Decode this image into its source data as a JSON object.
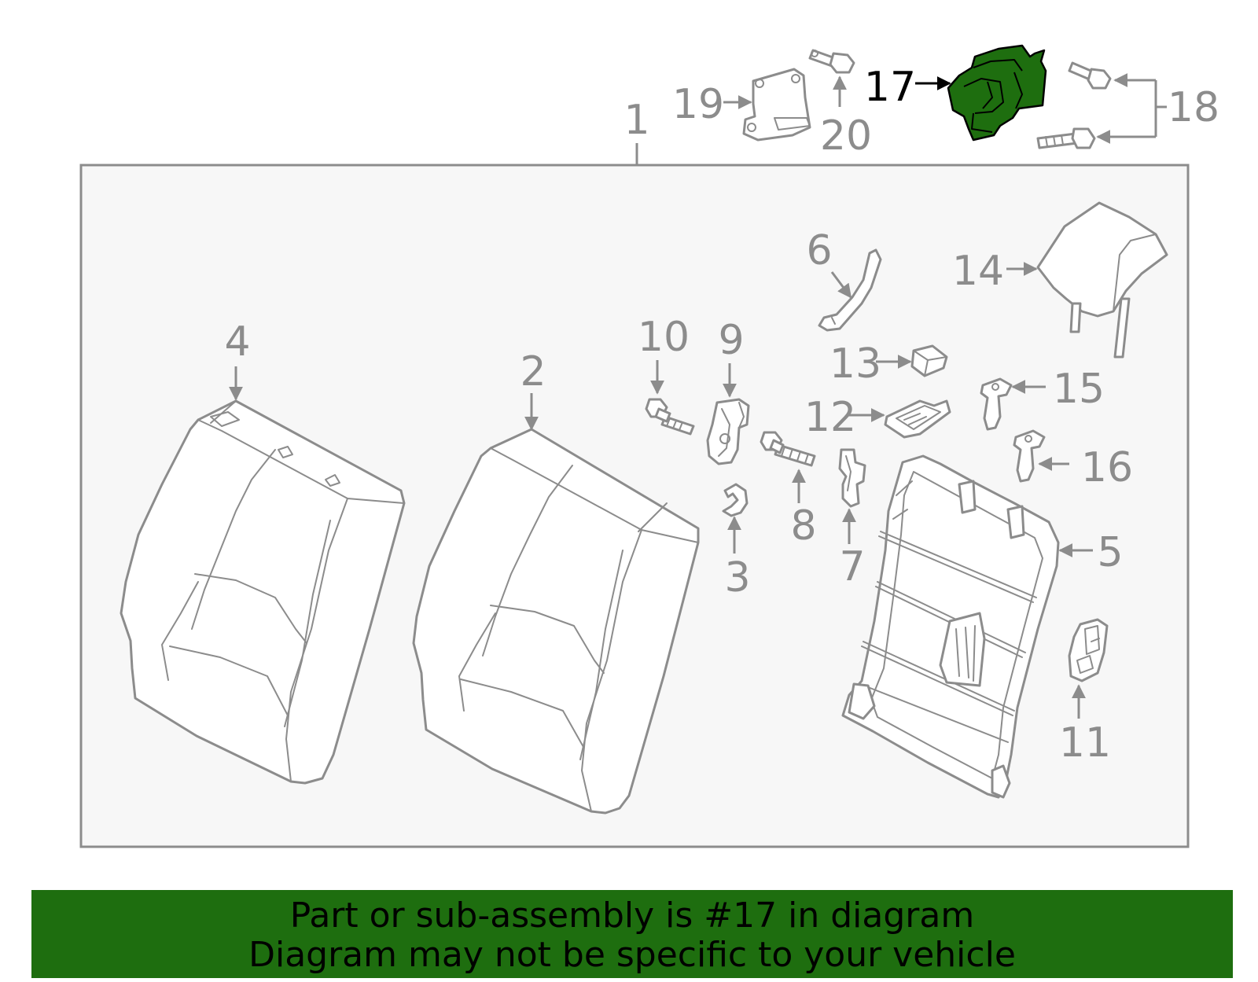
{
  "colors": {
    "highlight": "#1e6e0f",
    "outline": "#8c8c8c",
    "panel": "#f7f7f7",
    "banner": "#1e6e0f"
  },
  "highlighted_part": "17",
  "callouts": {
    "p1": "1",
    "p2": "2",
    "p3": "3",
    "p4": "4",
    "p5": "5",
    "p6": "6",
    "p7": "7",
    "p8": "8",
    "p9": "9",
    "p10": "10",
    "p11": "11",
    "p12": "12",
    "p13": "13",
    "p14": "14",
    "p15": "15",
    "p16": "16",
    "p17": "17",
    "p18": "18",
    "p19": "19",
    "p20": "20"
  },
  "banner": {
    "line1": "Part or sub-assembly is #17 in diagram",
    "line2": "Diagram may not be specific to your vehicle"
  }
}
